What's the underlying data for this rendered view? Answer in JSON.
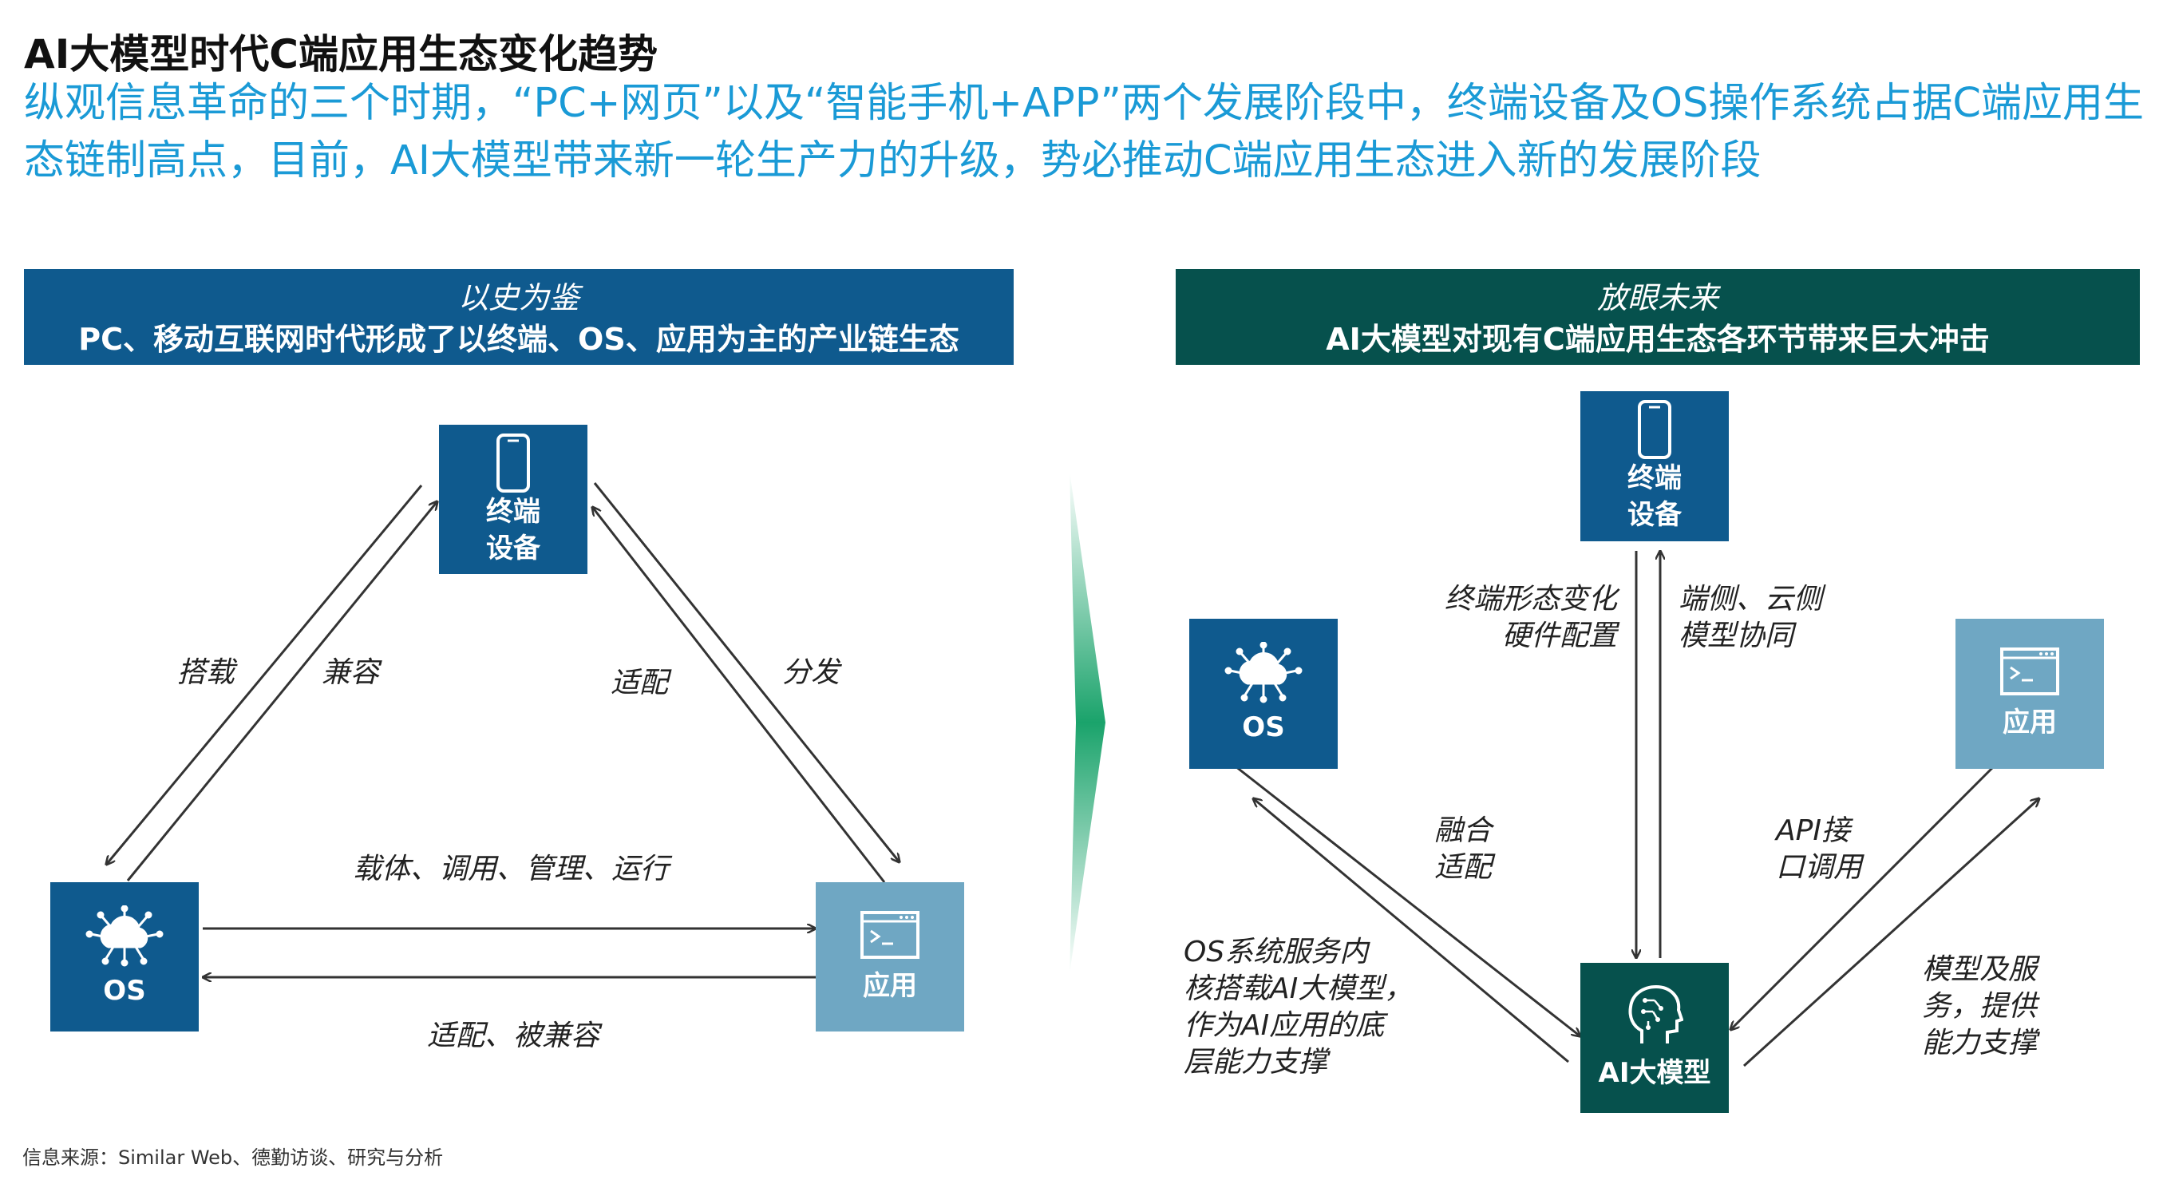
{
  "title": "AI大模型时代C端应用生态变化趋势",
  "subtitle": "纵观信息革命的三个时期，“PC+网页”以及“智能手机+APP”两个发展阶段中，终端设备及OS操作系统占据C端应用生态链制高点，目前，AI大模型带来新一轮生产力的升级，势必推动C端应用生态进入新的发展阶段",
  "left": {
    "banner_title": "以史为鉴",
    "banner_subtitle": "PC、移动互联网时代形成了以终端、OS、应用为主的产业链生态",
    "nodes": {
      "terminal": "终端\n设备",
      "os": "OS",
      "app": "应用"
    },
    "edges": {
      "carry": "搭载",
      "compatible": "兼容",
      "adapt": "适配",
      "distribute": "分发",
      "os_to_app": "载体、调用、管理、运行",
      "app_to_os": "适配、被兼容"
    }
  },
  "right": {
    "banner_title": "放眼未来",
    "banner_subtitle": "AI大模型对现有C端应用生态各环节带来巨大冲击",
    "nodes": {
      "terminal": "终端\n设备",
      "os": "OS",
      "app": "应用",
      "ai": "AI大模型"
    },
    "edges": {
      "terminal_form": "终端形态变化\n硬件配置",
      "edge_cloud": "端侧、云侧\n模型协同",
      "fusion": "融合\n适配",
      "api": "API接\n口调用",
      "os_ai": "OS系统服务内\n核搭载AI大模型，\n作为AI应用的底\n层能力支撑",
      "model_service": "模型及服\n务，提供\n能力支撑"
    }
  },
  "source": "信息来源：Similar Web、德勤访谈、研究与分析",
  "colors": {
    "dark_blue": "#0f5a8e",
    "light_blue": "#6fa7c3",
    "teal": "#06514d",
    "subtitle_blue": "#1a9ad6",
    "chevron_green": "#1aa36b"
  }
}
